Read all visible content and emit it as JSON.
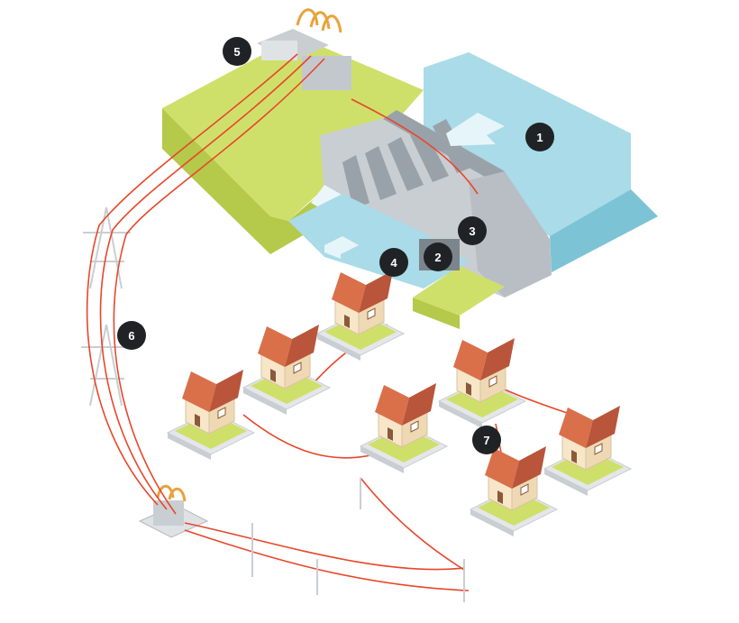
{
  "markers": [
    {
      "label": "1",
      "name": "reservoir"
    },
    {
      "label": "2",
      "name": "turbine"
    },
    {
      "label": "3",
      "name": "generator"
    },
    {
      "label": "4",
      "name": "outflow"
    },
    {
      "label": "5",
      "name": "dam-substation"
    },
    {
      "label": "6",
      "name": "transmission-line"
    },
    {
      "label": "7",
      "name": "distribution-houses"
    }
  ],
  "colors": {
    "water_top": "#a9dbe8",
    "water_side": "#7cc3d6",
    "grass_top": "#cfe06a",
    "grass_side": "#b5c94a",
    "concrete": "#c9ced3",
    "concrete_dark": "#9aa2a9",
    "roof": "#d9704a",
    "roof_dark": "#b9553a",
    "house_wall": "#f7e6c8",
    "wire": "#e8462a",
    "marker": "#1f2326",
    "plate": "#e4e6ea"
  }
}
